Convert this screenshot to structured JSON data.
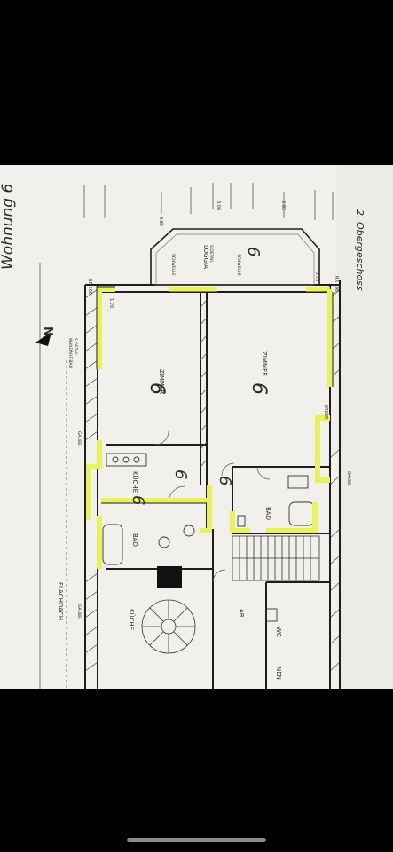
{
  "header_note": "Wohnung 6",
  "floor_note": "2. Obergeschoss",
  "rooms": {
    "zimmer_1": "ZIMMER",
    "zimmer_2": "ZIMMER",
    "kueche_1": "KÜCHE",
    "kueche_2": "KÜCHE",
    "bad_1": "BAD",
    "bad_2": "BAD",
    "loggia": "LOGGIA",
    "flachdach": "FLACHDACH",
    "wc": "WC",
    "ar": "AR",
    "erker": "ERKER",
    "nen": "NEN"
  },
  "small_labels": {
    "schwelle_1": "SCHWELLE",
    "schwelle_2": "SCHWELLE",
    "gaube_1": "GAUBE",
    "gaube_2": "GAUBE",
    "gaube_3": "GAUBE",
    "wandauf": "WANDAUF BAU",
    "detail": "S.DETAIL",
    "detail_2": "S.DETAIL"
  },
  "unit_marks": {
    "m1": "6",
    "m2": "6",
    "m3": "6",
    "m4": "6",
    "m5": "6",
    "m6": "6"
  },
  "north": "N",
  "colors": {
    "highlight": "#e8f25a",
    "wall": "#1e1e1e",
    "paper": "#f1f0ec"
  }
}
